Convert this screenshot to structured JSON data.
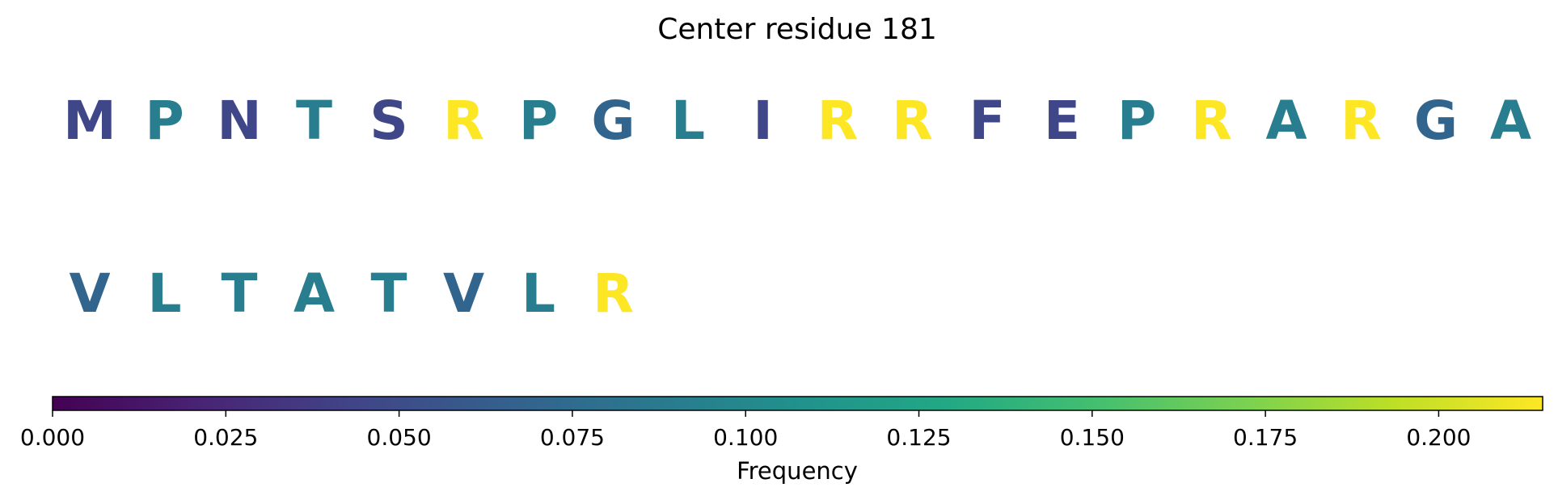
{
  "chart_data": {
    "type": "heatmap",
    "title": "Center residue 181",
    "residues": [
      {
        "letter": "M",
        "value": 0.045
      },
      {
        "letter": "P",
        "value": 0.09
      },
      {
        "letter": "N",
        "value": 0.045
      },
      {
        "letter": "T",
        "value": 0.09
      },
      {
        "letter": "S",
        "value": 0.045
      },
      {
        "letter": "R",
        "value": 0.215
      },
      {
        "letter": "P",
        "value": 0.09
      },
      {
        "letter": "G",
        "value": 0.07
      },
      {
        "letter": "L",
        "value": 0.09
      },
      {
        "letter": "I",
        "value": 0.045
      },
      {
        "letter": "R",
        "value": 0.215
      },
      {
        "letter": "R",
        "value": 0.215
      },
      {
        "letter": "F",
        "value": 0.045
      },
      {
        "letter": "E",
        "value": 0.045
      },
      {
        "letter": "P",
        "value": 0.09
      },
      {
        "letter": "R",
        "value": 0.215
      },
      {
        "letter": "A",
        "value": 0.09
      },
      {
        "letter": "R",
        "value": 0.215
      },
      {
        "letter": "G",
        "value": 0.07
      },
      {
        "letter": "A",
        "value": 0.09
      },
      {
        "letter": "V",
        "value": 0.07
      },
      {
        "letter": "L",
        "value": 0.09
      },
      {
        "letter": "T",
        "value": 0.09
      },
      {
        "letter": "A",
        "value": 0.09
      },
      {
        "letter": "T",
        "value": 0.09
      },
      {
        "letter": "V",
        "value": 0.07
      },
      {
        "letter": "L",
        "value": 0.09
      },
      {
        "letter": "R",
        "value": 0.215
      }
    ],
    "residues_per_row": 20,
    "colorbar": {
      "colormap": "viridis",
      "range": [
        0,
        0.215
      ],
      "ticks": [
        0.0,
        0.025,
        0.05,
        0.075,
        0.1,
        0.125,
        0.15,
        0.175,
        0.2
      ],
      "tick_labels": [
        "0.000",
        "0.025",
        "0.050",
        "0.075",
        "0.100",
        "0.125",
        "0.150",
        "0.175",
        "0.200"
      ],
      "label": "Frequency",
      "orientation": "horizontal"
    }
  }
}
